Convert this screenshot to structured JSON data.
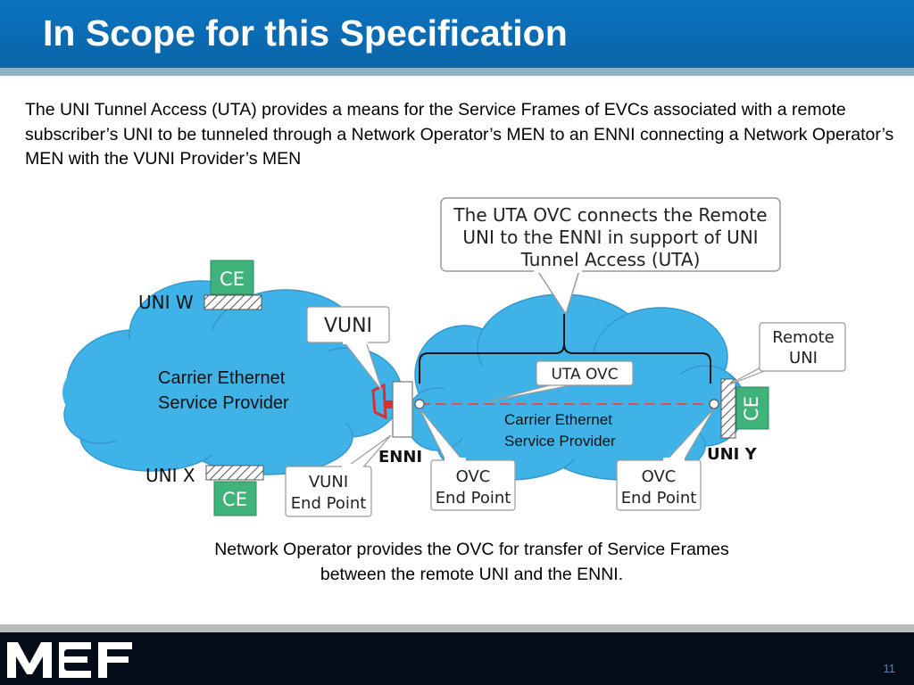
{
  "slide": {
    "title": "In Scope for this Specification",
    "intro": "The UNI Tunnel Access (UTA) provides a means for the Service Frames of EVCs associated with a remote subscriber’s UNI to be tunneled through a Network Operator’s MEN to an ENNI connecting a Network Operator’s MEN with the VUNI Provider’s MEN",
    "caption_line1": "Network Operator provides the OVC for transfer of Service Frames",
    "caption_line2": "between the remote UNI and the ENNI.",
    "page_number": "11",
    "logo_text": "MEF"
  },
  "diagram": {
    "uta_callout": [
      "The UTA OVC connects the Remote",
      "UNI to the ENNI in support of UNI",
      "Tunnel Access (UTA)"
    ],
    "ce_label": "CE",
    "uni_w": "UNI W",
    "uni_x": "UNI X",
    "uni_y": "UNI Y",
    "enni": "ENNI",
    "vuni": "VUNI",
    "vuni_end_point": [
      "VUNI",
      "End Point"
    ],
    "left_cloud": [
      "Carrier Ethernet",
      "Service Provider"
    ],
    "right_cloud": [
      "Carrier Ethernet",
      "Service Provider"
    ],
    "uta_ovc": "UTA OVC",
    "remote_uni": [
      "Remote",
      "UNI"
    ],
    "ovc_end_point": [
      "OVC",
      "End Point"
    ],
    "colors": {
      "title_bar": "#0b6db5",
      "cloud": "#3fb3e8",
      "ce_green": "#3fb37a",
      "ovc_dash": "#d9534f",
      "footer": "#040b19"
    }
  }
}
